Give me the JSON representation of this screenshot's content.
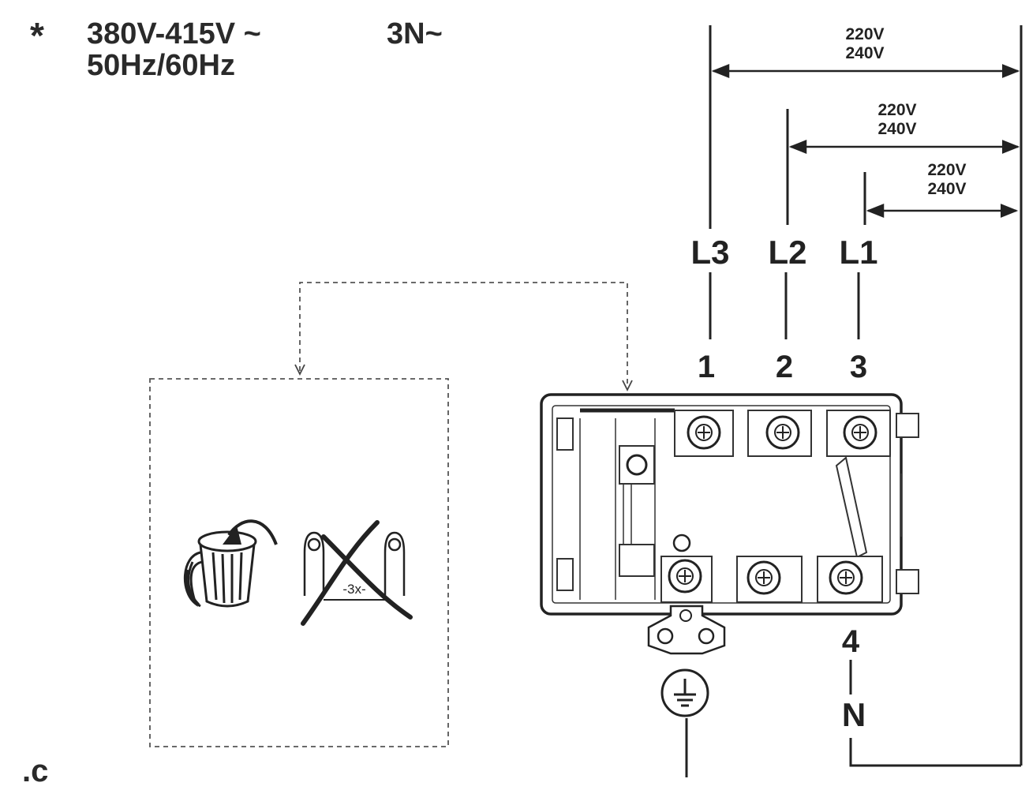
{
  "header": {
    "asterisk": "*",
    "voltage": "380V-415V ~",
    "phase": "3N~",
    "frequency": "50Hz/60Hz"
  },
  "phases": [
    {
      "line": "L3",
      "terminal": "1",
      "voltage_top": "220V",
      "voltage_bottom": "240V"
    },
    {
      "line": "L2",
      "terminal": "2",
      "voltage_top": "220V",
      "voltage_bottom": "240V"
    },
    {
      "line": "L1",
      "terminal": "3",
      "voltage_top": "220V",
      "voltage_bottom": "240V"
    }
  ],
  "neutral": {
    "terminal": "4",
    "label": "N"
  },
  "dispose": {
    "repeat_label": "-3x-"
  },
  "footer": {
    "code": ".c"
  }
}
